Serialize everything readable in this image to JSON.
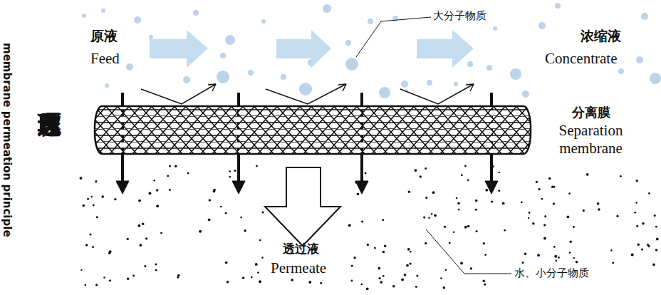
{
  "diagram": {
    "title": "膜透过原理",
    "nodes": [
      {
        "text": [
          "分离膜",
          "Separation membrane"
        ]
      }
    ],
    "labels": [
      "membrane permeation principle",
      "原液",
      "Feed",
      "大分子物质",
      "浓缩液",
      "Concentrate",
      "透过液",
      "Permeate",
      "水、小分子物质"
    ]
  }
}
